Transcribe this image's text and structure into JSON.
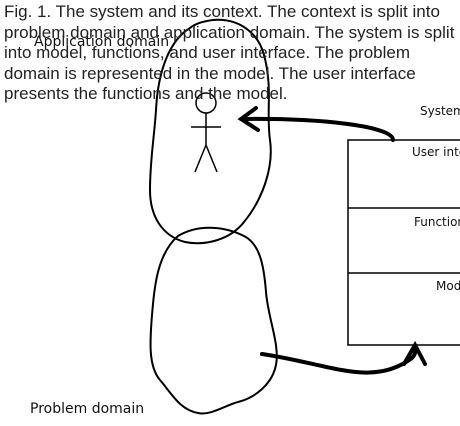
{
  "caption": "Fig. 1. The system and its context. The context is split into problem domain and application domain. The system is split into model, functions, and user interface. The problem domain is represented in the model. The user interface presents the functions and the model.",
  "labels": {
    "application_domain": "Application domain",
    "problem_domain": "Problem domain",
    "system": "System",
    "user_interface": "User interface",
    "functions": "Functions",
    "model": "Model"
  }
}
